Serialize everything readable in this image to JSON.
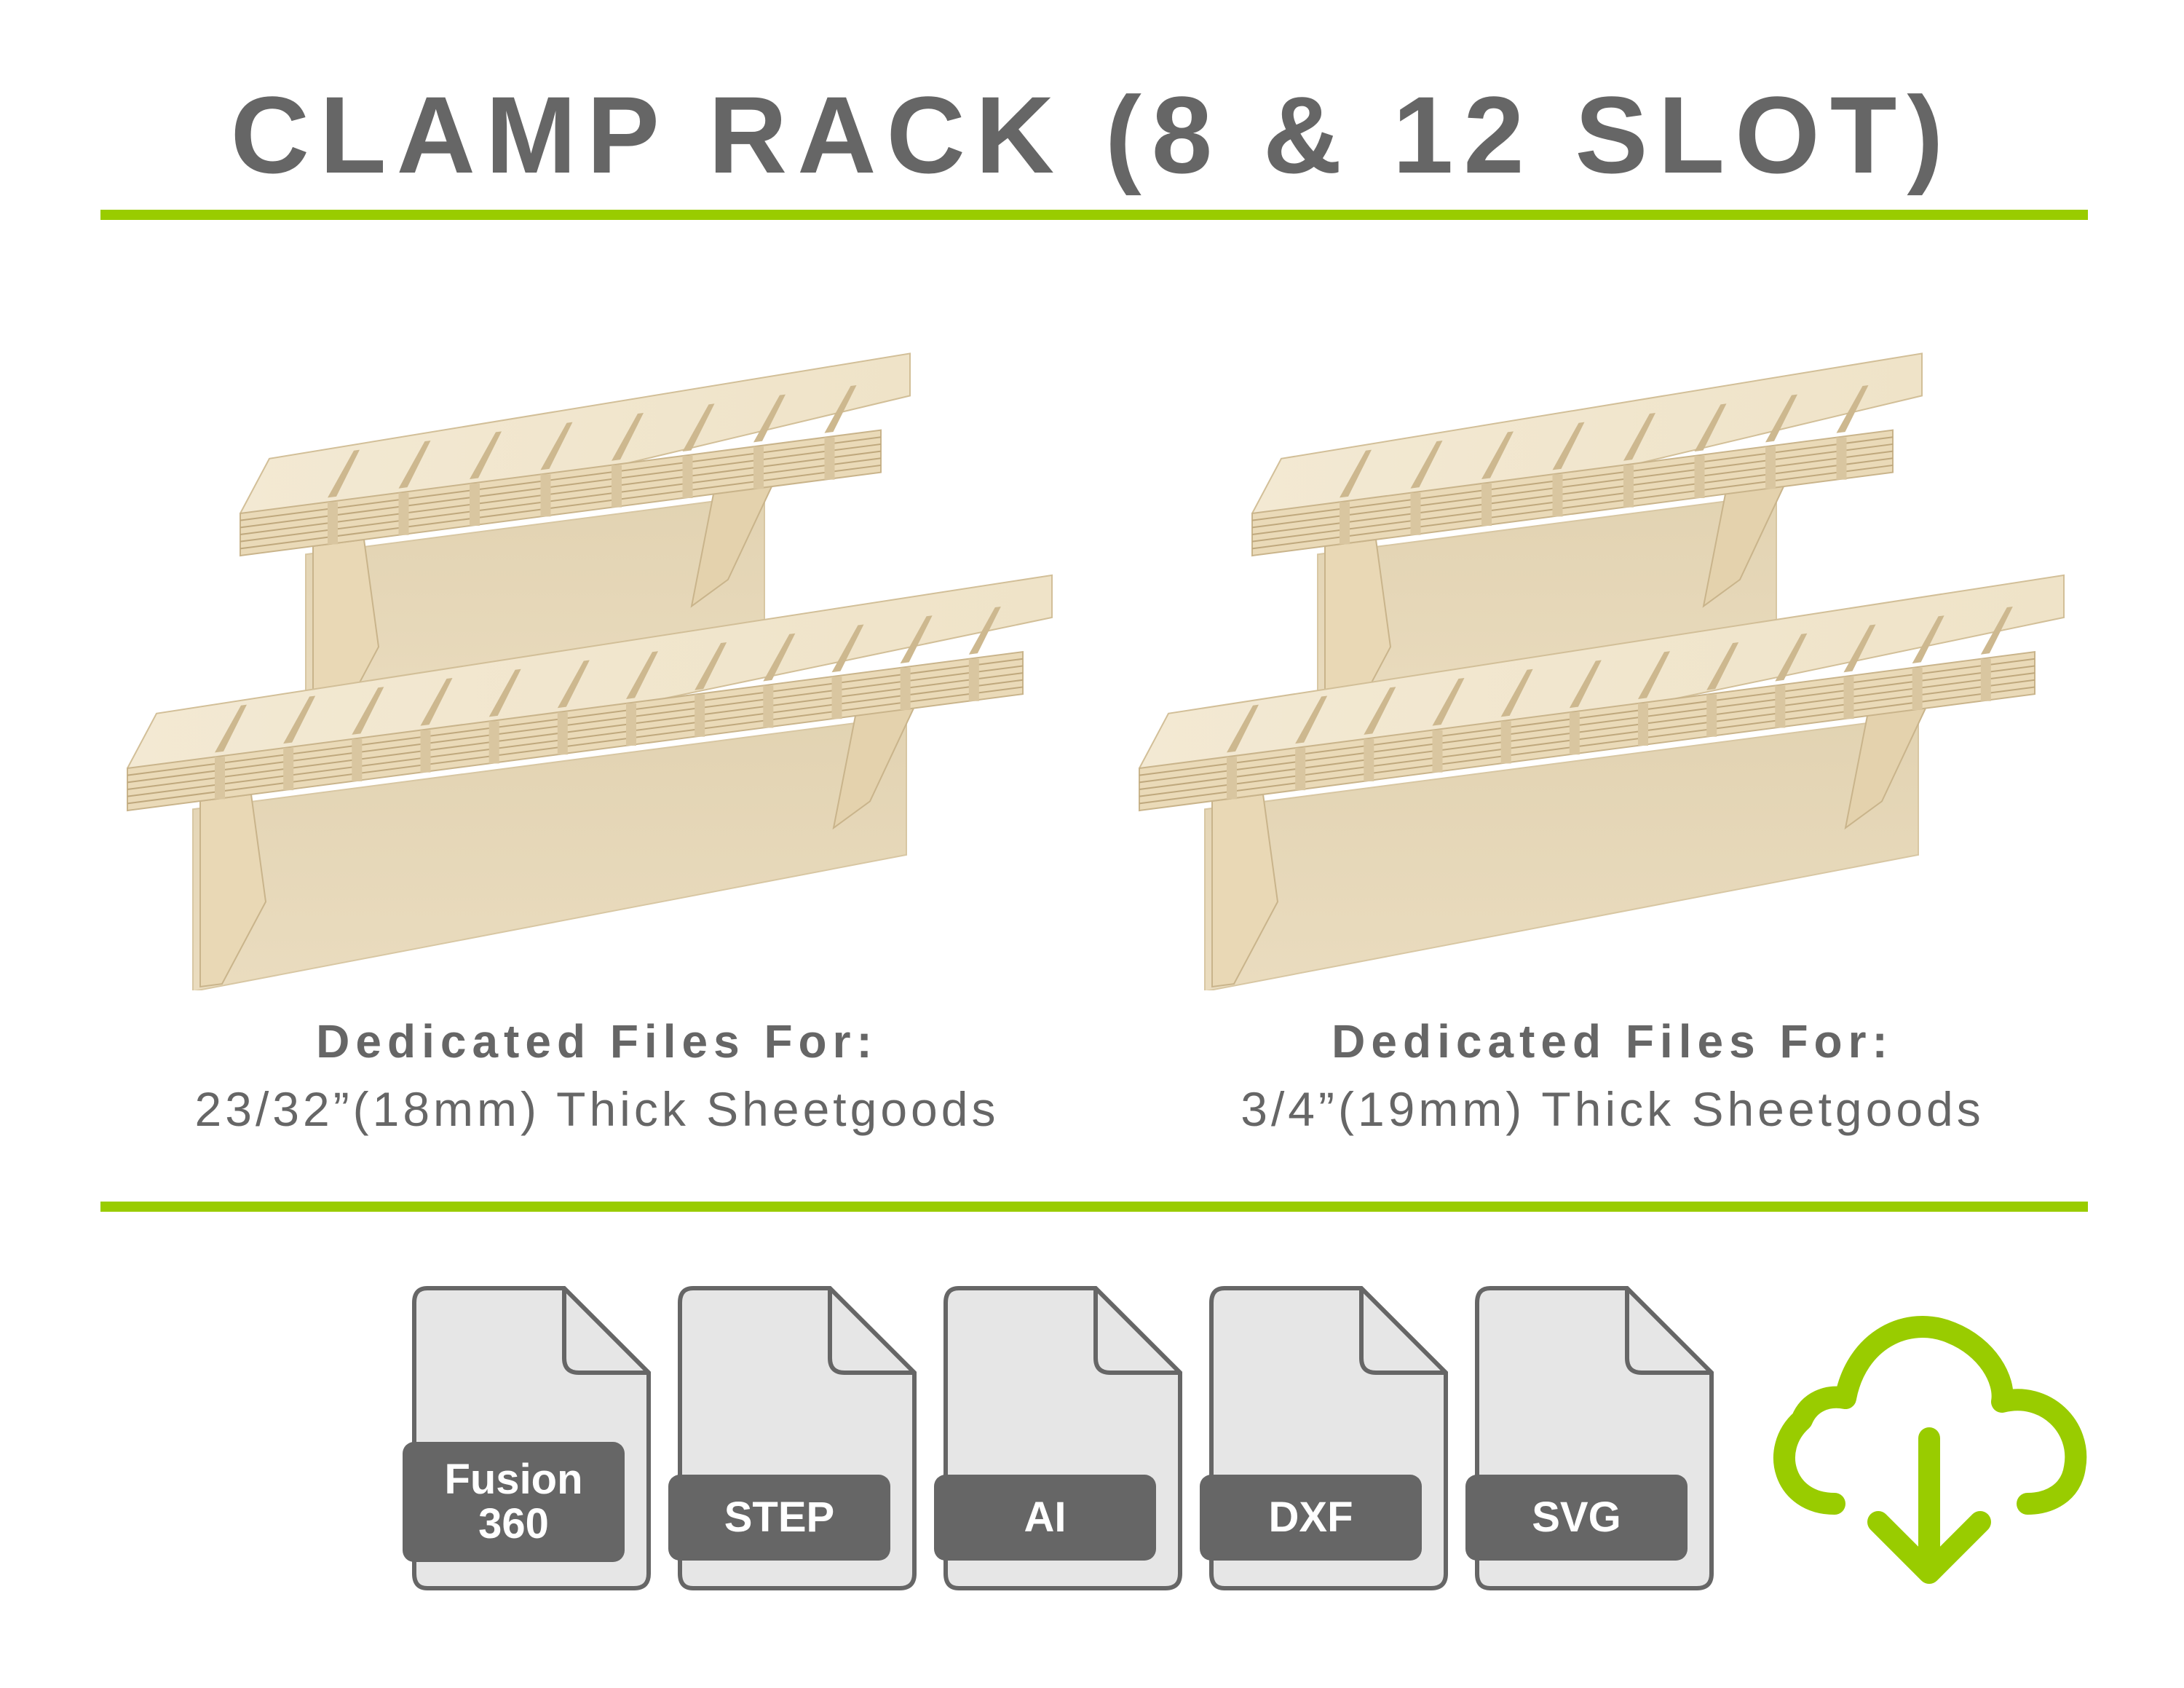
{
  "title": "CLAMP RACK (8 & 12 SLOT)",
  "left": {
    "heading": "Dedicated Files For:",
    "spec": "23/32”(18mm) Thick Sheetgoods"
  },
  "right": {
    "heading": "Dedicated Files For:",
    "spec": "3/4”(19mm) Thick Sheetgoods"
  },
  "file_formats": [
    "Fusion\n360",
    "STEP",
    "AI",
    "DXF",
    "SVG"
  ],
  "colors": {
    "accent": "#99cc00",
    "text": "#666666",
    "file_bg": "#e6e6e6",
    "wood": "#eadcbf"
  },
  "icons": [
    "file-icon",
    "cloud-download-icon"
  ]
}
